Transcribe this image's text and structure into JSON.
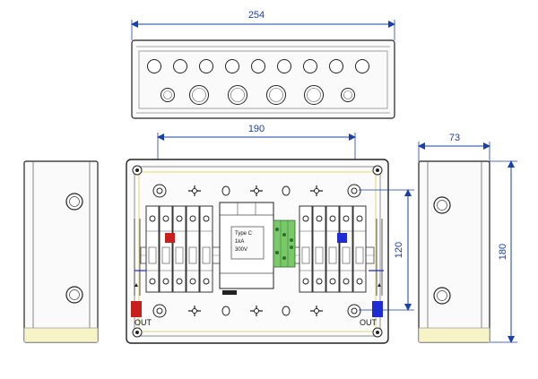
{
  "dimensions": {
    "top_width": "254",
    "front_width": "190",
    "side_depth": "73",
    "height_inner": "120",
    "height_total": "180"
  },
  "labels": {
    "out_left": "OUT",
    "out_right": "OUT",
    "spd_type": "Type C",
    "spd_line2": "1kA",
    "spd_line3": "300V"
  },
  "colors": {
    "dimension": "#1a3fa6",
    "line": "#222222",
    "red_indicator": "#c81e1e",
    "blue_indicator": "#1f2bd6",
    "green_terminal": "#79c96b",
    "yellow_rail": "#d8cf55"
  }
}
